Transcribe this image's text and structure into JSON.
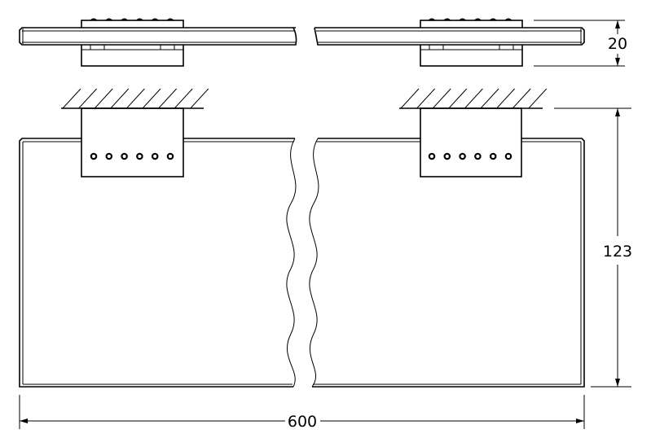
{
  "dimensions": {
    "height_top_view": "20",
    "depth": "123",
    "length": "600"
  },
  "colors": {
    "line": "#000000",
    "background": "#ffffff"
  },
  "holes_per_bracket": 6
}
